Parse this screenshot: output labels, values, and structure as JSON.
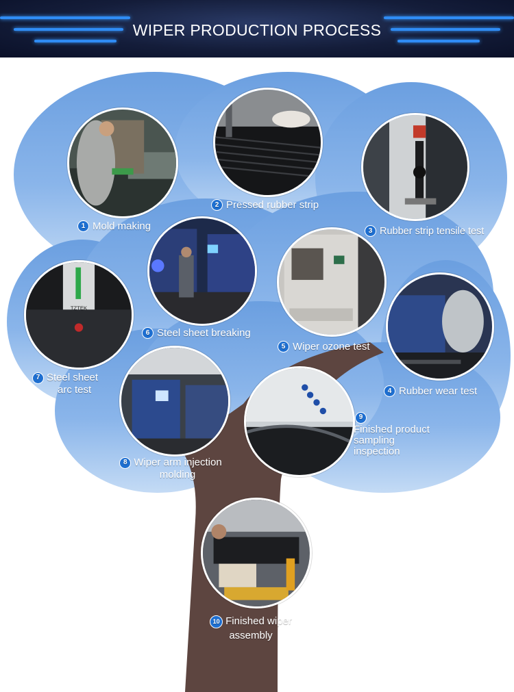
{
  "header": {
    "title": "WIPER PRODUCTION PROCESS"
  },
  "colors": {
    "canopy": "#6fa3e0",
    "canopy_light": "#a9c8ef",
    "trunk": "#5d4540",
    "header_bg": "#141d3a",
    "line_blue": "#2f8cf5"
  },
  "steps": [
    {
      "num": "1",
      "label": "Mold making"
    },
    {
      "num": "2",
      "label": "Pressed rubber strip"
    },
    {
      "num": "3",
      "label": "Rubber strip tensile test"
    },
    {
      "num": "4",
      "label": "Rubber wear test"
    },
    {
      "num": "5",
      "label": "Wiper ozone test"
    },
    {
      "num": "6",
      "label": "Steel sheet breaking"
    },
    {
      "num": "7",
      "label_line1": "Steel sheet",
      "label_line2": "arc test"
    },
    {
      "num": "8",
      "label_line1": "Wiper arm injection",
      "label_line2": "molding"
    },
    {
      "num": "9",
      "label_line1": "Finished product",
      "label_line2": "sampling",
      "label_line3": "inspection"
    },
    {
      "num": "10",
      "label_line1": "Finished wiper",
      "label_line2": "assembly"
    }
  ],
  "photos": {
    "p7_brand": "TZTEK"
  }
}
